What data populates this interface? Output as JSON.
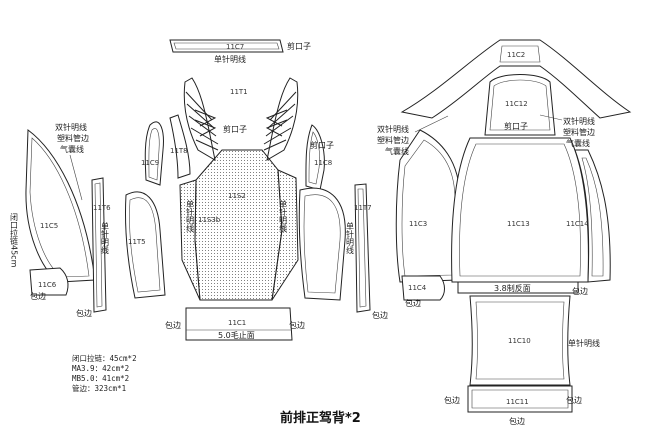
{
  "title": "前排正驾背*2",
  "notes": [
    "闭口拉链：45cm*2",
    "MA3.9：42cm*2",
    "MB5.0：41cm*2",
    "管边：323cm*1"
  ],
  "pieces": {
    "c7": "11C7",
    "t1": "11T1",
    "t8": "11T8",
    "c9": "11C9",
    "s2": "11S2",
    "s3b": "11S3b",
    "c8": "11C8",
    "c5": "11C5",
    "t6": "11T6",
    "t5": "11T5",
    "t7": "11T7",
    "c6": "11C6",
    "c1": "11C1",
    "c2": "11C2",
    "c12": "11C12",
    "c3": "11C3",
    "c13": "11C13",
    "c14": "11C14",
    "c4": "11C4",
    "c10": "11C10",
    "c11": "11C11"
  },
  "labels": {
    "cut": "剪口子",
    "single_stitch": "单针明线",
    "double_stitch": "双针明线",
    "plastic_pipe": "塑料管边",
    "airbag": "气囊线",
    "binding": "包边",
    "zipper_vertical": "闭口拉链45cm",
    "hem_50": "5.0毛止面",
    "reverse_38": "3.8制反面"
  }
}
